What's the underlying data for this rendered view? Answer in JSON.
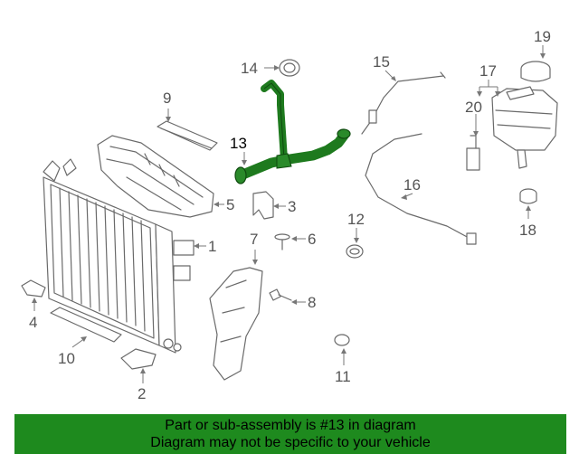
{
  "callouts": {
    "c1": "1",
    "c2": "2",
    "c3": "3",
    "c4": "4",
    "c5": "5",
    "c6": "6",
    "c7": "7",
    "c8": "8",
    "c9": "9",
    "c10": "10",
    "c11": "11",
    "c12": "12",
    "c13": "13",
    "c14": "14",
    "c15": "15",
    "c16": "16",
    "c17": "17",
    "c18": "18",
    "c19": "19",
    "c20": "20"
  },
  "highlight_part": "13",
  "colors": {
    "highlight": "#1e7a1e",
    "banner": "#1e8a1e",
    "line": "#6a6a6a"
  },
  "banner": {
    "line1": "Part or sub-assembly is #13 in diagram",
    "line2": "Diagram may not be specific to your vehicle"
  }
}
